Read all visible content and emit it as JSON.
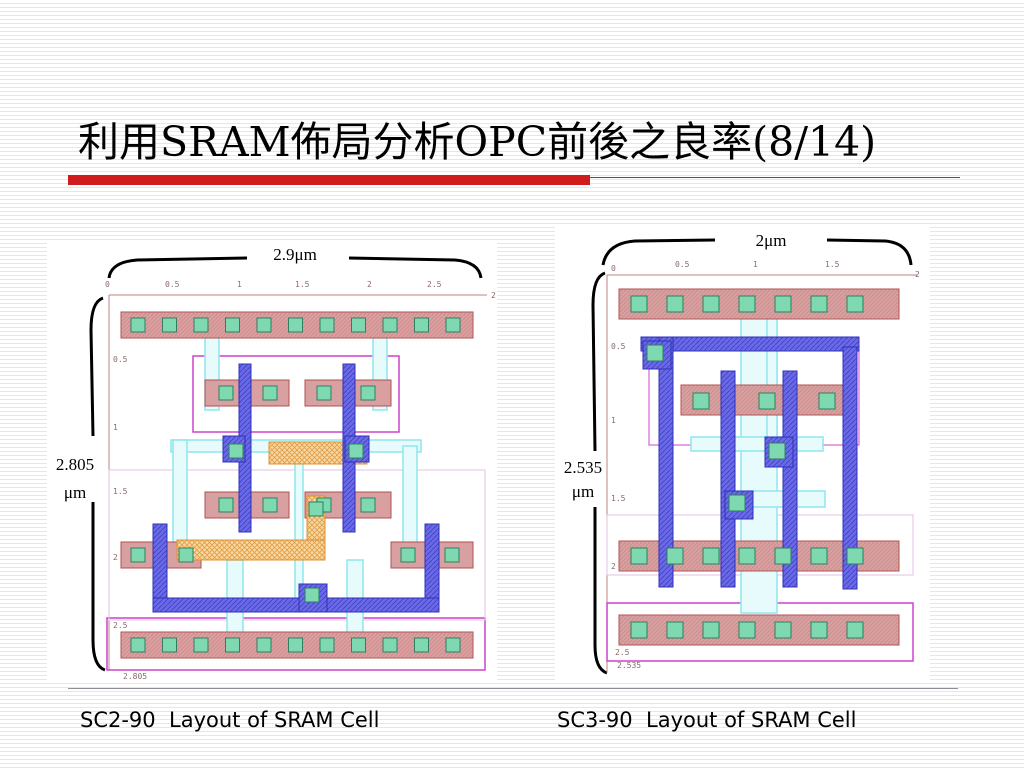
{
  "title": "利用SRAM佈局分析OPC前後之良率(8/14)",
  "left_figure": {
    "width_label": "2.9μm",
    "height_label_value": "2.805",
    "height_label_unit": "μm",
    "x_ticks": [
      "0",
      "0.5",
      "1",
      "1.5",
      "2",
      "2.5",
      "2"
    ],
    "y_ticks": [
      "0.5",
      "1",
      "1.5",
      "2",
      "2.5"
    ],
    "corner_label": "2.805"
  },
  "right_figure": {
    "width_label": "2μm",
    "height_label_value": "2.535",
    "height_label_unit": "μm",
    "x_ticks": [
      "0",
      "0.5",
      "1",
      "1.5",
      "2"
    ],
    "y_ticks": [
      "0.5",
      "1",
      "1.5",
      "2"
    ],
    "corner_label_1": "2.5",
    "corner_label_2": "2.535"
  },
  "captions": {
    "left": "SC2-90  Layout of SRAM Cell",
    "right": "SC3-90  Layout of SRAM Cell"
  },
  "colors": {
    "accent_red": "#d01c1c",
    "metal_blue": "#5a5ae0",
    "diffusion_red": "#d29a9a",
    "contact_teal": "#7ed8b0",
    "poly_orange": "#f0b060",
    "outline_magenta": "#cc44cc",
    "cyan_wire": "#8ee6ee"
  }
}
